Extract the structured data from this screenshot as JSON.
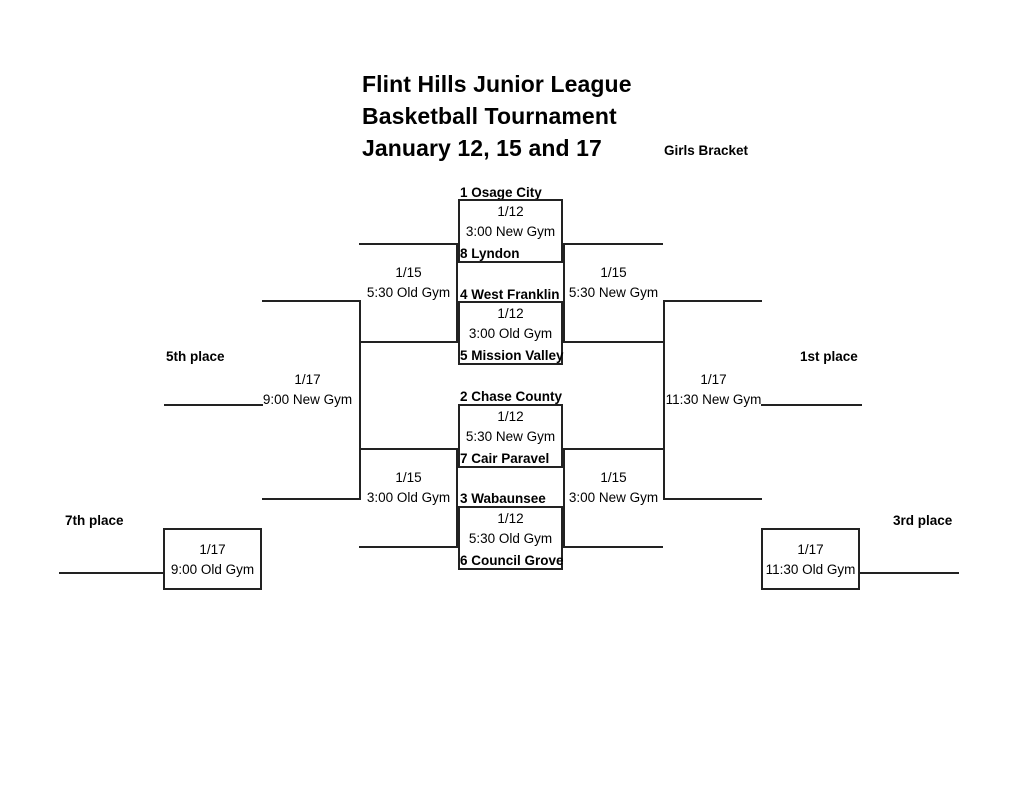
{
  "title": {
    "line1": "Flint Hills Junior League",
    "line2": "Basketball Tournament",
    "line3": "January 12, 15 and 17",
    "bracket_kind": "Girls Bracket"
  },
  "round1": [
    {
      "id": "game-1",
      "top_seed": "1 Osage City",
      "bottom_seed": "8 Lyndon",
      "date": "1/12",
      "time_venue": "3:00 New Gym"
    },
    {
      "id": "game-2",
      "top_seed": "4 West Franklin",
      "bottom_seed": "5 Mission Valley",
      "date": "1/12",
      "time_venue": "3:00 Old Gym"
    },
    {
      "id": "game-3",
      "top_seed": "2 Chase County",
      "bottom_seed": "7 Cair Paravel",
      "date": "1/12",
      "time_venue": "5:30 New Gym"
    },
    {
      "id": "game-4",
      "top_seed": "3 Wabaunsee",
      "bottom_seed": "6 Council Grove",
      "date": "1/12",
      "time_venue": "5:30 Old Gym"
    }
  ],
  "winners_semifinals": [
    {
      "id": "winners-semi-upper",
      "date": "1/15",
      "time_venue": "5:30 New Gym"
    },
    {
      "id": "winners-semi-lower",
      "date": "1/15",
      "time_venue": "3:00 New Gym"
    }
  ],
  "consolation_semifinals": [
    {
      "id": "consolation-semi-upper",
      "date": "1/15",
      "time_venue": "5:30 Old Gym"
    },
    {
      "id": "consolation-semi-lower",
      "date": "1/15",
      "time_venue": "3:00 Old Gym"
    }
  ],
  "championship": {
    "id": "championship-game",
    "date": "1/17",
    "time_venue": "11:30 New Gym",
    "place_label": "1st place"
  },
  "fifth_place": {
    "id": "fifth-place-game",
    "date": "1/17",
    "time_venue": "9:00 New Gym",
    "place_label": "5th place"
  },
  "third_place": {
    "id": "third-place-game",
    "date": "1/17",
    "time_venue": "11:30 Old Gym",
    "place_label": "3rd place"
  },
  "seventh_place": {
    "id": "seventh-place-game",
    "date": "1/17",
    "time_venue": "9:00 Old Gym",
    "place_label": "7th place"
  },
  "colors": {
    "line": "#222222",
    "text": "#000000",
    "background": "#ffffff"
  }
}
